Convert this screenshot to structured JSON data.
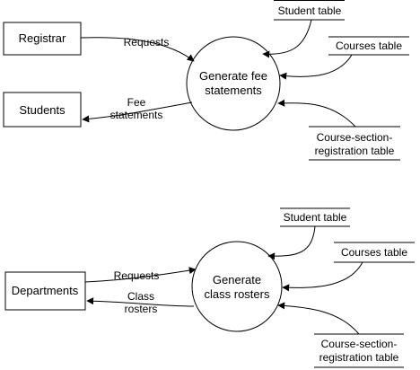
{
  "top": {
    "entity_registrar": "Registrar",
    "entity_students": "Students",
    "process": [
      "Generate fee",
      "statements"
    ],
    "store_student": "Student table",
    "store_courses": "Courses table",
    "store_csr": [
      "Course-section-",
      "registration table"
    ],
    "flow_requests": "Requests",
    "flow_fee": [
      "Fee",
      "statements"
    ]
  },
  "bottom": {
    "entity_departments": "Departments",
    "process": [
      "Generate",
      "class rosters"
    ],
    "store_student": "Student table",
    "store_courses": "Courses table",
    "store_csr": [
      "Course-section-",
      "registration table"
    ],
    "flow_requests": "Requests",
    "flow_rosters": [
      "Class",
      "rosters"
    ]
  }
}
